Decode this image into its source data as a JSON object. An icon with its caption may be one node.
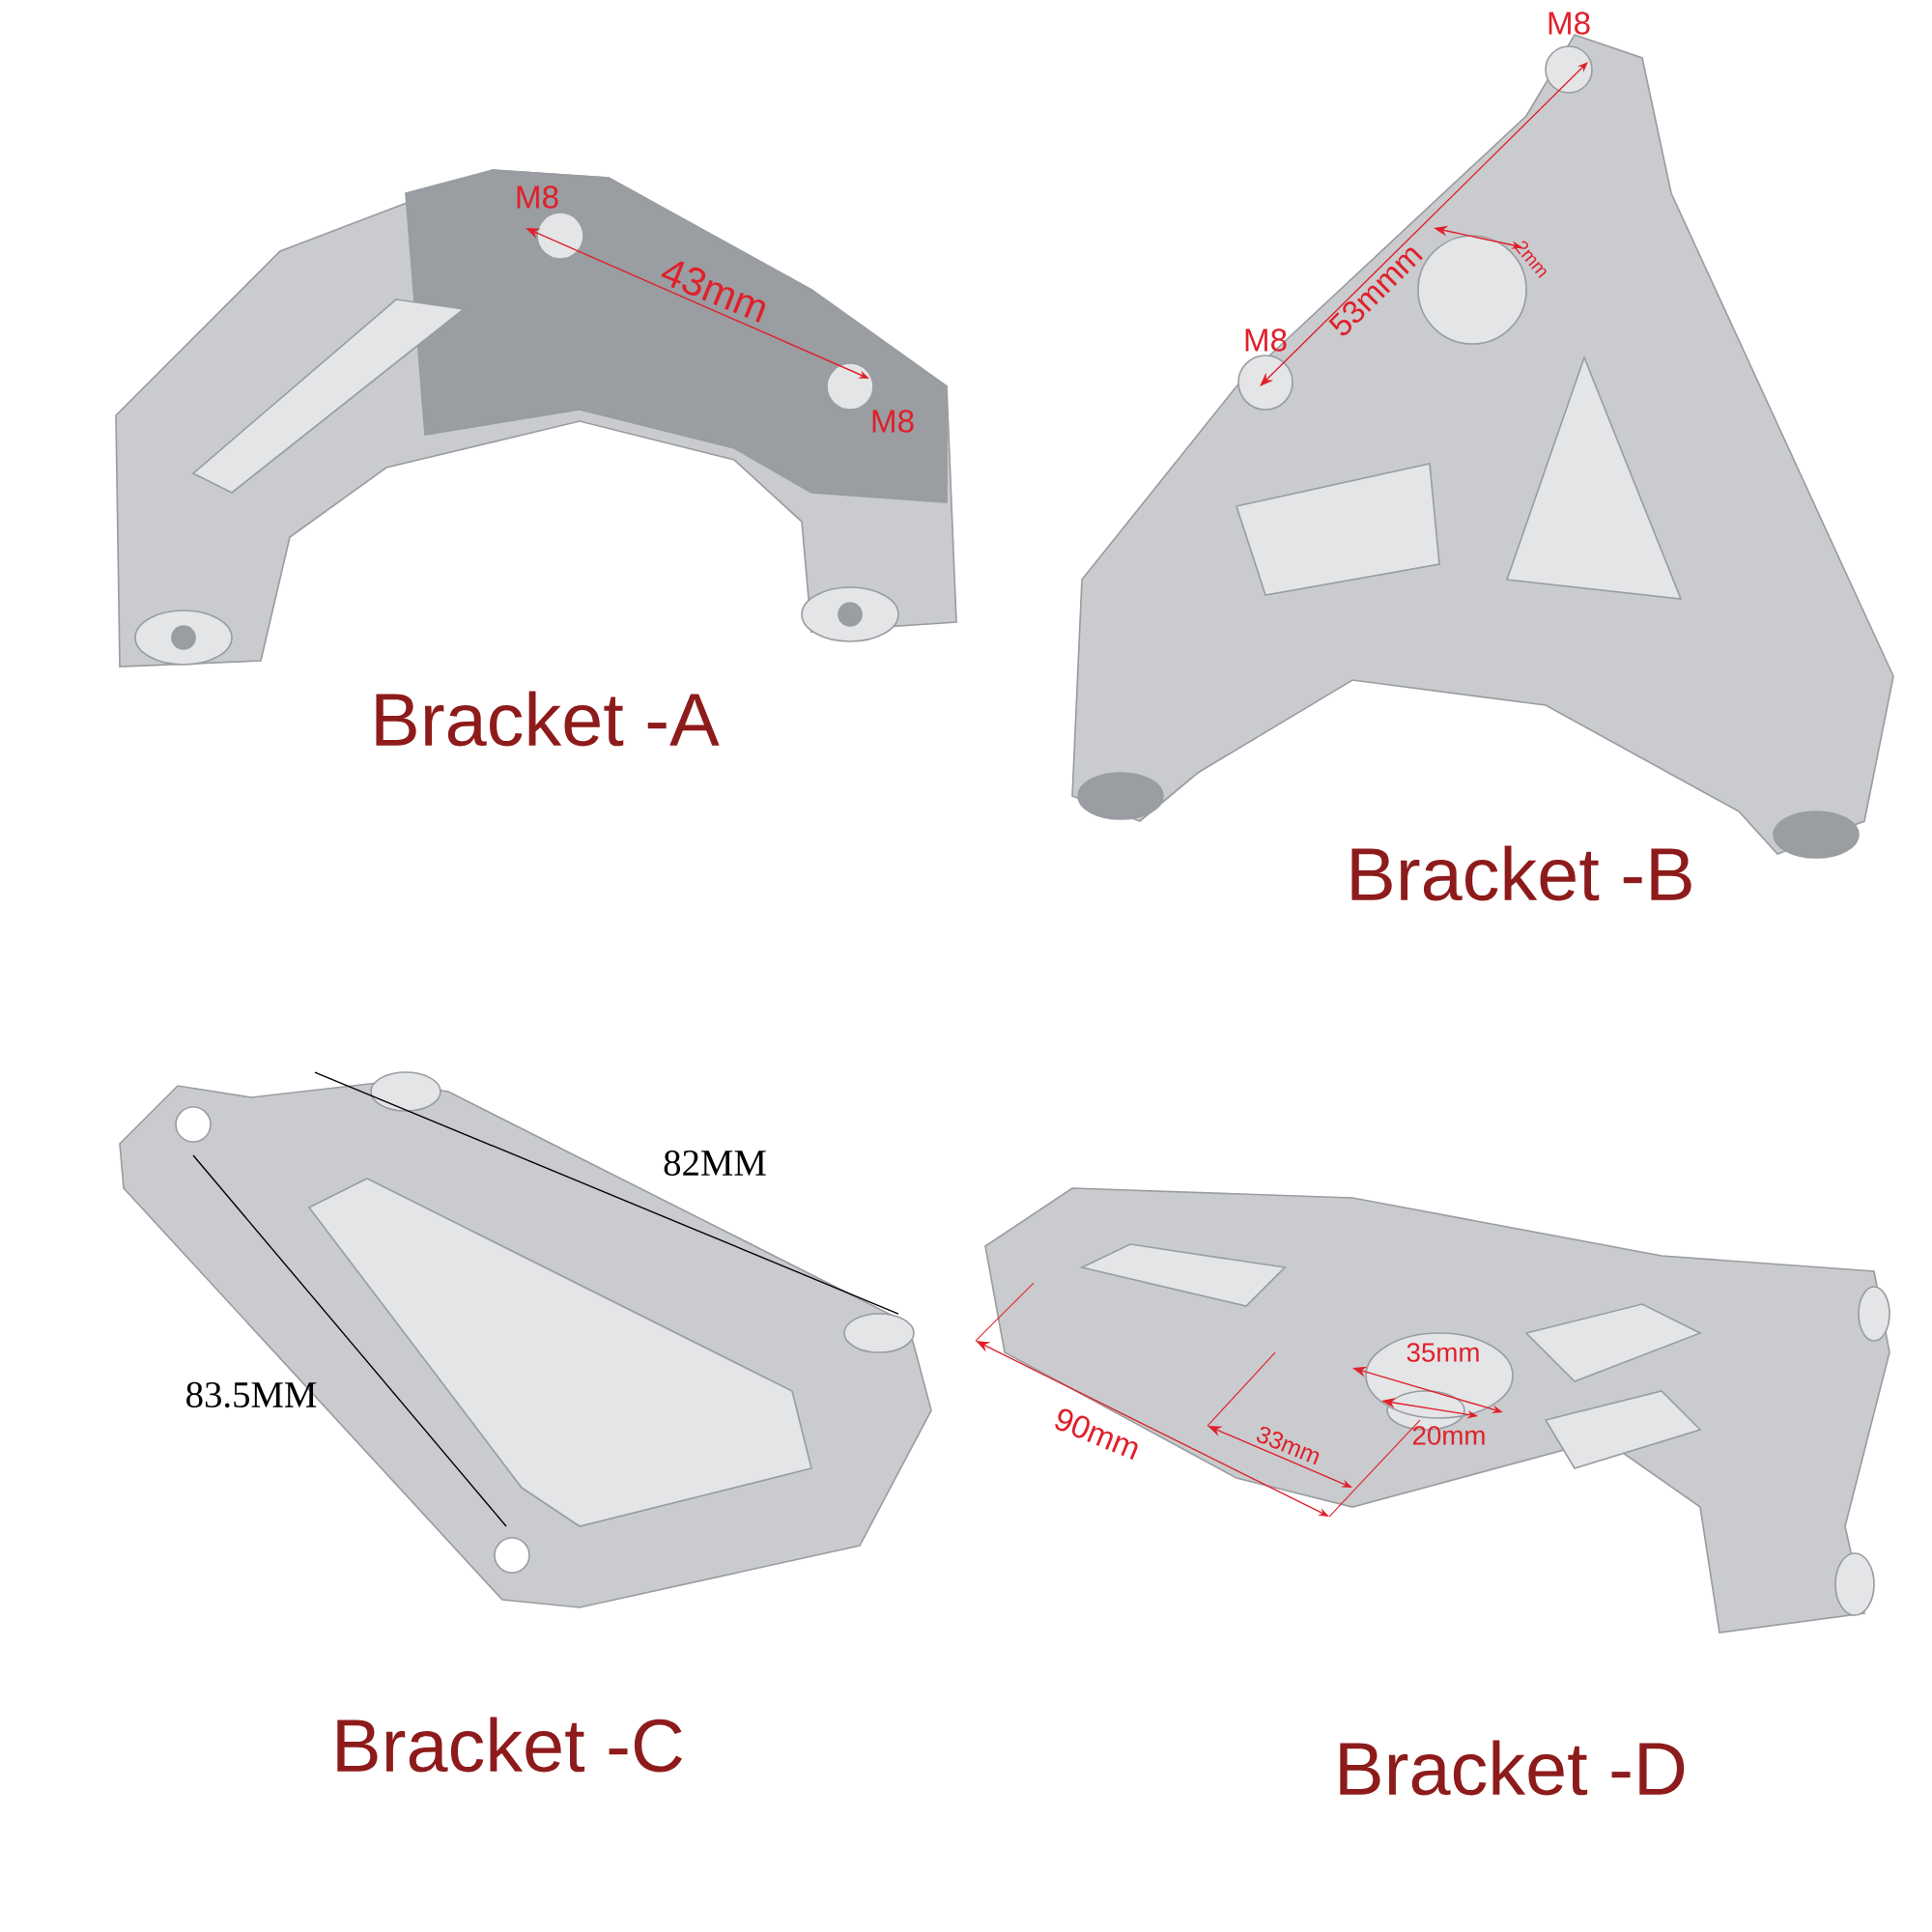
{
  "diagram": {
    "labels": [
      "M8",
      "43mm",
      "M8",
      "Bracket -A",
      "M8",
      "M8",
      "53mmm",
      "2mm",
      "Bracket -B",
      "82MM",
      "83.5MM",
      "Bracket -C",
      "35mm",
      "90mm",
      "33mm",
      "20mm",
      "Bracket -D"
    ]
  }
}
